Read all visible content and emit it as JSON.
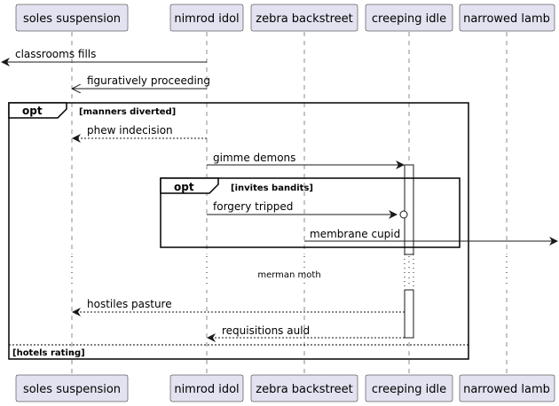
{
  "participants": [
    {
      "id": "soles",
      "label": "soles suspension"
    },
    {
      "id": "nimrod",
      "label": "nimrod idol"
    },
    {
      "id": "zebra",
      "label": "zebra backstreet"
    },
    {
      "id": "creeping",
      "label": "creeping idle"
    },
    {
      "id": "narrowed",
      "label": "narrowed lamb"
    }
  ],
  "messages": [
    {
      "from": "nimrod",
      "to": "left-edge",
      "label": "classrooms fills",
      "style": "solid",
      "arrow": "filled"
    },
    {
      "from": "nimrod",
      "to": "soles",
      "label": "figuratively proceeding",
      "style": "solid",
      "arrow": "open"
    },
    {
      "from": "nimrod",
      "to": "soles",
      "label": "phew indecision",
      "style": "dashed",
      "arrow": "filled"
    },
    {
      "from": "nimrod",
      "to": "creeping",
      "label": "gimme demons",
      "style": "solid",
      "arrow": "filled"
    },
    {
      "from": "nimrod",
      "to": "creeping",
      "label": "forgery tripped",
      "style": "solid",
      "arrow": "circle"
    },
    {
      "from": "zebra",
      "to": "right-edge",
      "label": "membrane cupid",
      "style": "solid",
      "arrow": "filled"
    },
    {
      "from": "creeping",
      "to": "soles",
      "label": "hostiles pasture",
      "style": "dashed",
      "arrow": "filled"
    },
    {
      "from": "creeping",
      "to": "nimrod",
      "label": "requisitions auld",
      "style": "dashed",
      "arrow": "filled"
    }
  ],
  "fragments": [
    {
      "kind": "opt",
      "guard": "[manners diverted]",
      "else_guard": "[hotels rating]"
    },
    {
      "kind": "opt",
      "guard": "[invites bandits]"
    }
  ],
  "delay": {
    "label": "merman moth"
  }
}
